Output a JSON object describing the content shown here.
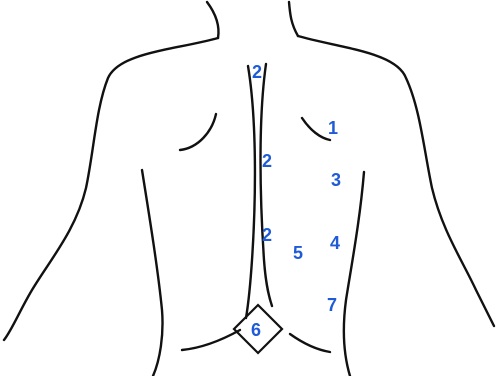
{
  "diagram": {
    "markers": {
      "m1": "1",
      "m2_top": "2",
      "m2_mid": "2",
      "m2_low": "2",
      "m3": "3",
      "m4": "4",
      "m5": "5",
      "m6": "6",
      "m7": "7"
    },
    "colors": {
      "outline": "#111111",
      "marker": "#1f5bd6"
    }
  }
}
